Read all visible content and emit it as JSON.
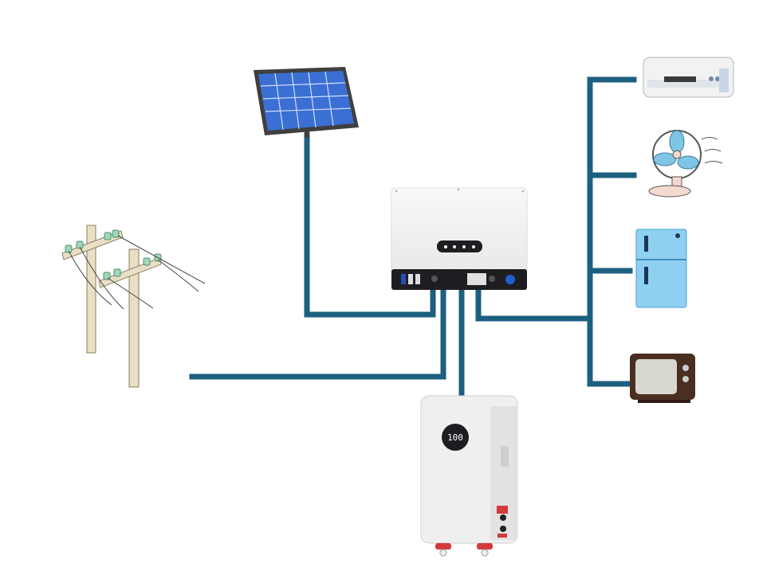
{
  "colors": {
    "wire": "#1c5f7f",
    "background": "#ffffff",
    "panel_cell": "#3b6fd3",
    "panel_frame": "#3f3f3f",
    "device_body": "#f1f1f1",
    "inverter_base": "#1e1e22",
    "pole_wood": "#e9dfc4",
    "fridge": "#8fd0f2",
    "tv_body": "#4a2e22",
    "tv_screen": "#d8d8d0",
    "fan_blue": "#7fc6e6",
    "fan_base": "#f3d9cf"
  },
  "nodes": [
    {
      "id": "solar-panel",
      "icon": "solar-panel-icon"
    },
    {
      "id": "inverter",
      "icon": "hybrid-inverter-icon"
    },
    {
      "id": "utility-grid",
      "icon": "power-pole-icon"
    },
    {
      "id": "battery",
      "icon": "battery-storage-icon"
    },
    {
      "id": "air-conditioner",
      "icon": "air-conditioner-icon"
    },
    {
      "id": "fan",
      "icon": "electric-fan-icon"
    },
    {
      "id": "refrigerator",
      "icon": "refrigerator-icon"
    },
    {
      "id": "television",
      "icon": "television-icon"
    }
  ],
  "connections": [
    {
      "from": "solar-panel",
      "to": "inverter"
    },
    {
      "from": "utility-grid",
      "to": "inverter"
    },
    {
      "from": "battery",
      "to": "inverter"
    },
    {
      "from": "inverter",
      "to": "air-conditioner"
    },
    {
      "from": "inverter",
      "to": "fan"
    },
    {
      "from": "inverter",
      "to": "refrigerator"
    },
    {
      "from": "inverter",
      "to": "television"
    }
  ],
  "battery_display": "100"
}
